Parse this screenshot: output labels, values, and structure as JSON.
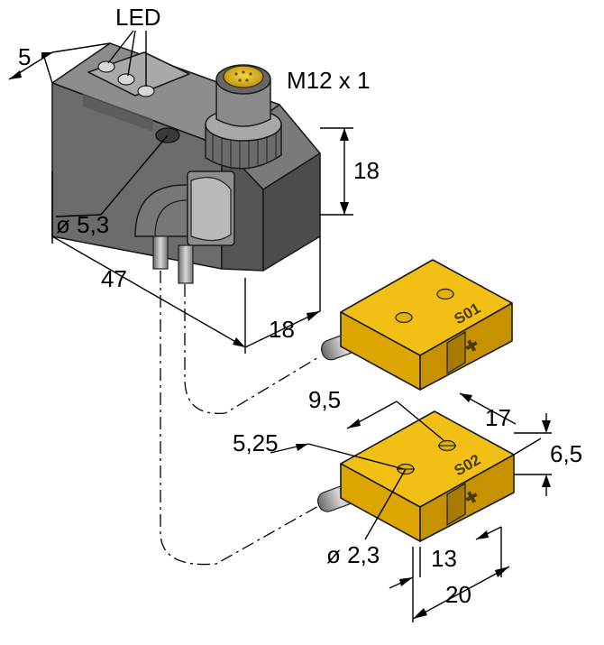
{
  "labels": {
    "led": "LED",
    "connector": "M12 x 1",
    "dim_5": "5",
    "dim_hole_main": "ø 5,3",
    "dim_height_18": "18",
    "dim_length_47": "47",
    "dim_width_18": "18",
    "dim_9_5": "9,5",
    "dim_17": "17",
    "dim_5_25": "5,25",
    "dim_6_5": "6,5",
    "dim_hole_small": "ø 2,3",
    "dim_13": "13",
    "dim_20": "20"
  },
  "actuators": [
    {
      "label": "S01"
    },
    {
      "label": "S02"
    }
  ],
  "colors": {
    "housing_top": "#8a8a8a",
    "housing_front": "#6e6e6e",
    "housing_side": "#5a5a5a",
    "actuator_top": "#f4c21a",
    "actuator_front": "#e0a800",
    "actuator_side": "#c99300"
  }
}
